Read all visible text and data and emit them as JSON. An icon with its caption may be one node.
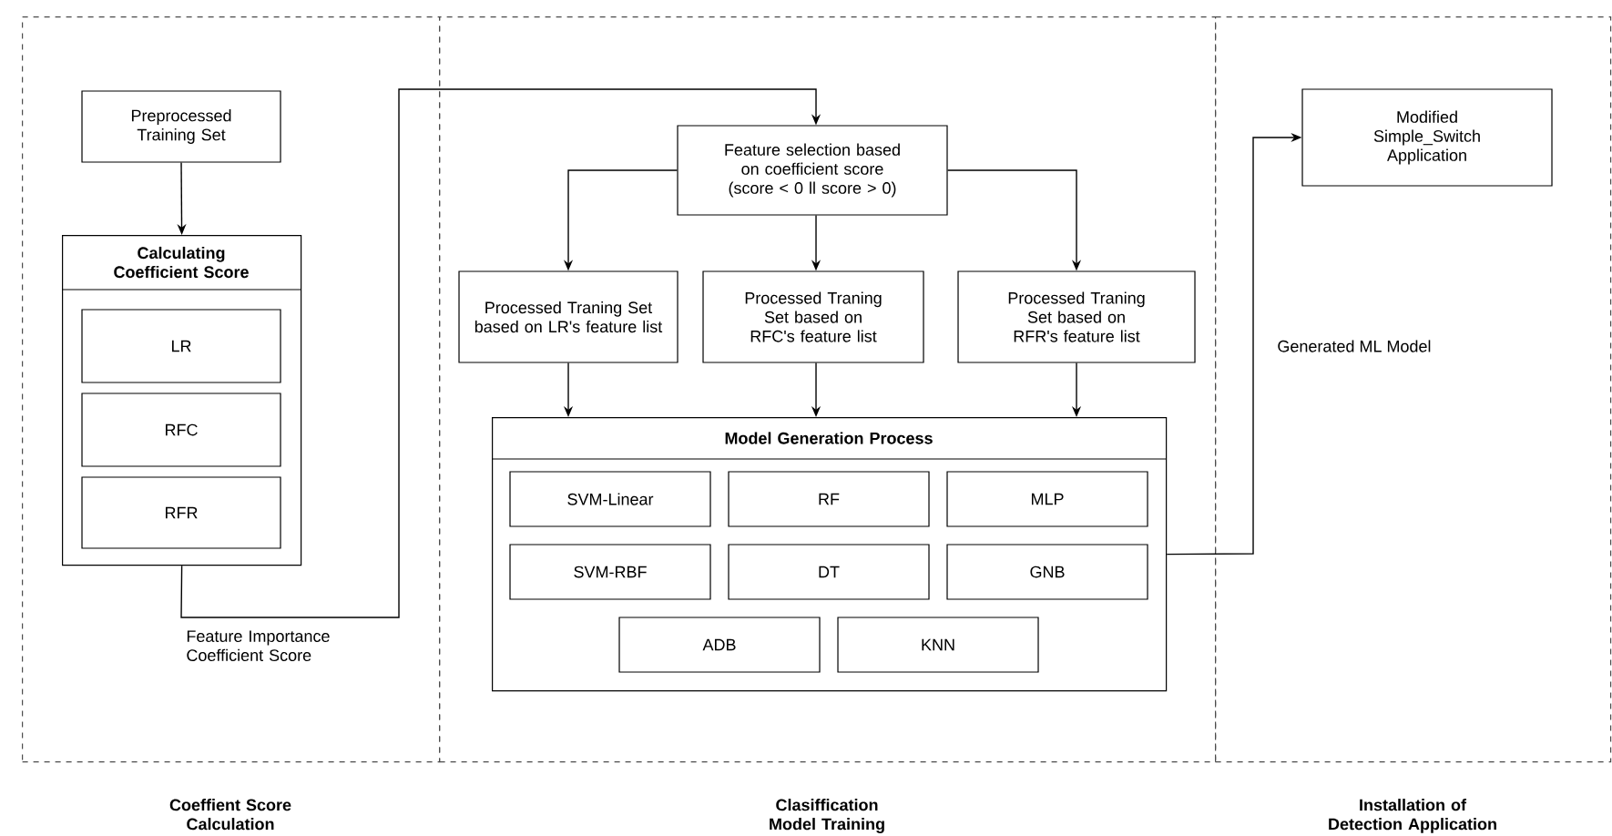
{
  "diagram": {
    "nodes": [
      {
        "text": [
          "Coeffient Score Calculation"
        ]
      },
      {
        "text": [
          "Preprocessed Training Set"
        ],
        "in": 0
      },
      {
        "text": [
          "Calculating Coefficient Score"
        ],
        "in": 0
      },
      {
        "text": [
          "LR"
        ],
        "in": 2
      },
      {
        "text": [
          "RFC"
        ],
        "in": 2
      },
      {
        "text": [
          "RFR"
        ],
        "in": 2
      },
      {
        "text": [
          "Clasiffication Model Training"
        ]
      },
      {
        "text": [
          "Feature selection based on coefficient score (score < 0 ll score > 0)"
        ],
        "in": 6
      },
      {
        "text": [
          "Processed Traning Set based on LR's feature list"
        ],
        "in": 6
      },
      {
        "text": [
          "Processed Traning Set based on RFC's feature list"
        ],
        "in": 6
      },
      {
        "text": [
          "Processed Traning Set based on RFR's feature list"
        ],
        "in": 6
      },
      {
        "text": [
          "Model Generation Process"
        ],
        "in": 6
      },
      {
        "text": [
          "SVM-Linear"
        ],
        "in": 11
      },
      {
        "text": [
          "RF"
        ],
        "in": 11
      },
      {
        "text": [
          "MLP"
        ],
        "in": 11
      },
      {
        "text": [
          "SVM-RBF"
        ],
        "in": 11
      },
      {
        "text": [
          "DT"
        ],
        "in": 11
      },
      {
        "text": [
          "GNB"
        ],
        "in": 11
      },
      {
        "text": [
          "ADB"
        ],
        "in": 11
      },
      {
        "text": [
          "KNN"
        ],
        "in": 11
      },
      {
        "text": [
          "Installation of Detection Application"
        ]
      },
      {
        "text": [
          "Modified Simple_Switch Application"
        ],
        "in": 20
      }
    ],
    "edges": [
      {
        "from": 1,
        "to": 2,
        "arrow": "to"
      },
      {
        "from": 2,
        "to": 7,
        "arrow": "to",
        "label": "Feature Importance Coefficient Score"
      },
      {
        "from": 7,
        "to": 8,
        "arrow": "to"
      },
      {
        "from": 7,
        "to": 9,
        "arrow": "to"
      },
      {
        "from": 7,
        "to": 10,
        "arrow": "to"
      },
      {
        "from": 8,
        "to": 11,
        "arrow": "to"
      },
      {
        "from": 9,
        "to": 11,
        "arrow": "to"
      },
      {
        "from": 10,
        "to": 11,
        "arrow": "to"
      },
      {
        "from": 11,
        "to": 21,
        "arrow": "to",
        "label": "Generated ML Model"
      }
    ]
  }
}
